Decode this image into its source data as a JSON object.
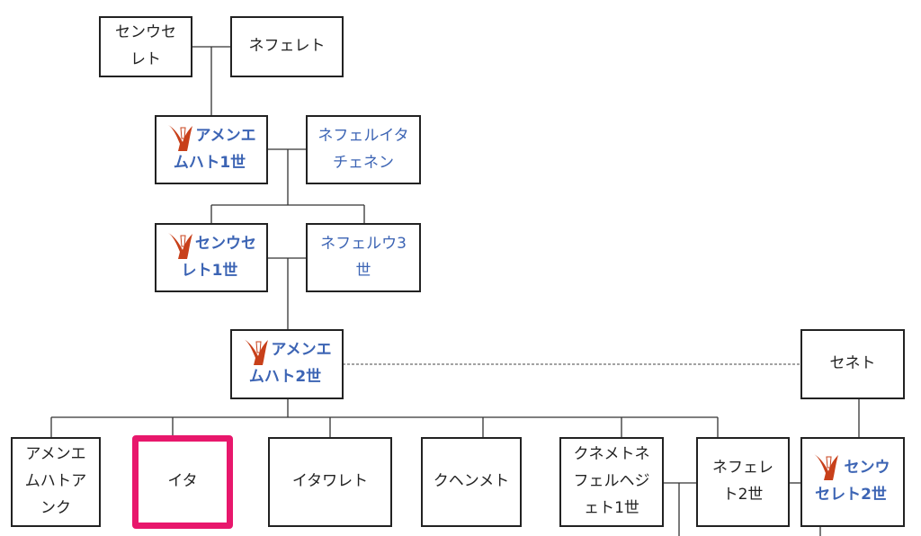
{
  "nodes": {
    "senusret": "センウセレト",
    "nefret": "ネフェレト",
    "amenemhat1": "アメンエムハト1世",
    "neferitatjenen": "ネフェルイタチェネン",
    "senusret1": "センウセレト1世",
    "neferu3": "ネフェルウ3世",
    "amenemhat2": "アメンエムハト2世",
    "senet": "セネト",
    "amenemhatankh": "アメンエムハトアンク",
    "ita": "イタ",
    "itaweret": "イタワレト",
    "khenmet": "クヘンメト",
    "khnemetneferhedjet1": "クネメトネフェルヘジェト1世",
    "nefret2": "ネフェレト2世",
    "senusret2": "センウセレト2世"
  },
  "icons": {
    "pharaoh_crown": "white-crown-icon"
  },
  "colors": {
    "link_text": "#3c64b4",
    "highlight_border": "#e8176c",
    "crown_red": "#c8401a",
    "box_border": "#222222"
  }
}
